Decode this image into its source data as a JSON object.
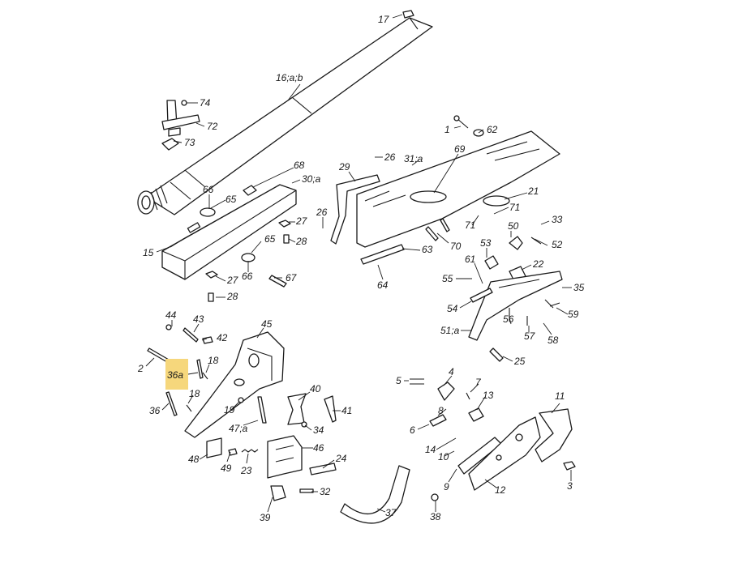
{
  "diagram": {
    "highlight_color": "#f6d77c",
    "line_color": "#1a1a1a",
    "labels": {
      "l17": "17",
      "l16": "16;a;b",
      "l74": "74",
      "l72": "72",
      "l73": "73",
      "l1": "1",
      "l62": "62",
      "l26a": "26",
      "l31": "31;a",
      "l69": "69",
      "l68": "68",
      "l30": "30;a",
      "l29": "29",
      "l66a": "66",
      "l65a": "65",
      "l21": "21",
      "l71a": "71",
      "l71b": "71",
      "l33": "33",
      "l26b": "26",
      "l27a": "27",
      "l28a": "28",
      "l50": "50",
      "l52": "52",
      "l70": "70",
      "l65b": "65",
      "l15": "15",
      "l53": "53",
      "l63": "63",
      "l22": "22",
      "l66b": "66",
      "l67": "67",
      "l27b": "27",
      "l28b": "28",
      "l64": "64",
      "l55": "55",
      "l61": "61",
      "l35": "35",
      "l54": "54",
      "l59": "59",
      "l44": "44",
      "l43": "43",
      "l56": "56",
      "l51": "51;a",
      "l57": "57",
      "l45": "45",
      "l42": "42",
      "l58": "58",
      "l25": "25",
      "l18a": "18",
      "l2": "2",
      "l36a": "36a",
      "l4": "4",
      "l5": "5",
      "l7": "7",
      "l11": "11",
      "l18b": "18",
      "l36": "36",
      "l40": "40",
      "l8": "8",
      "l13": "13",
      "l19": "19",
      "l41": "41",
      "l47": "47;a",
      "l34": "34",
      "l6": "6",
      "l14": "14",
      "l46": "46",
      "l48": "48",
      "l49": "49",
      "l23": "23",
      "l24": "24",
      "l10": "10",
      "l9": "9",
      "l12": "12",
      "l3": "3",
      "l32": "32",
      "l39": "39",
      "l37": "37",
      "l38": "38"
    }
  }
}
